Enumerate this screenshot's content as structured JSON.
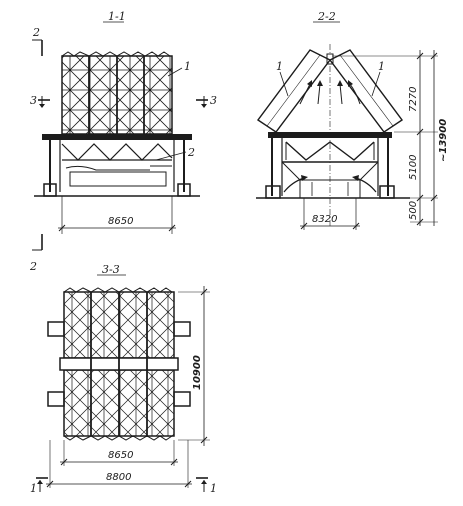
{
  "views": {
    "section_1_1": {
      "title": "1-1",
      "width_dim": "8650",
      "callout_1": "1",
      "callout_2": "2"
    },
    "section_2_2": {
      "title": "2-2",
      "width_dim": "8320",
      "h_upper": "7270",
      "h_total": "~13900",
      "h_lower": "5100",
      "h_base": "500",
      "callout_left": "1",
      "callout_right": "1"
    },
    "section_3_3": {
      "title": "3-3",
      "width_inner": "8650",
      "width_outer": "8800",
      "height_dim": "10900"
    }
  },
  "cut_markers": {
    "left_top": "2",
    "left_bottom": "2",
    "cut3_left": "3",
    "cut3_right": "3",
    "cut1_left": "1",
    "cut1_right": "1"
  }
}
